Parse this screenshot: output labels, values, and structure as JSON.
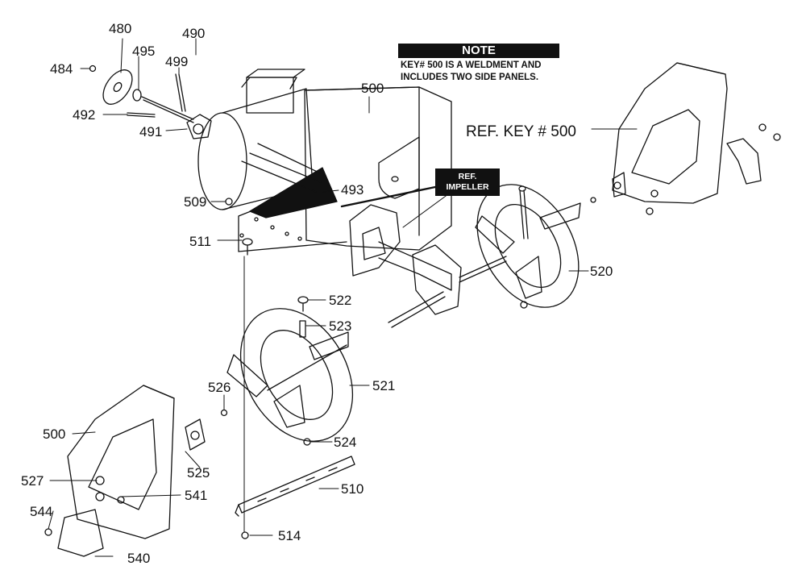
{
  "note": {
    "heading": "NOTE",
    "line1": "KEY# 500 IS A WELDMENT AND",
    "line2": "INCLUDES TWO SIDE PANELS."
  },
  "ref_impeller": {
    "line1": "REF.",
    "line2": "IMPELLER"
  },
  "ref_key": "REF. KEY # 500",
  "part_labels": {
    "p480": "480",
    "p490": "490",
    "p484": "484",
    "p495": "495",
    "p499": "499",
    "p492": "492",
    "p491": "491",
    "p500_top": "500",
    "p509": "509",
    "p493": "493",
    "p511": "511",
    "p520": "520",
    "p522": "522",
    "p523": "523",
    "p521": "521",
    "p526": "526",
    "p500_bottom": "500",
    "p524": "524",
    "p525": "525",
    "p527": "527",
    "p541": "541",
    "p510": "510",
    "p544": "544",
    "p514": "514",
    "p540": "540"
  }
}
